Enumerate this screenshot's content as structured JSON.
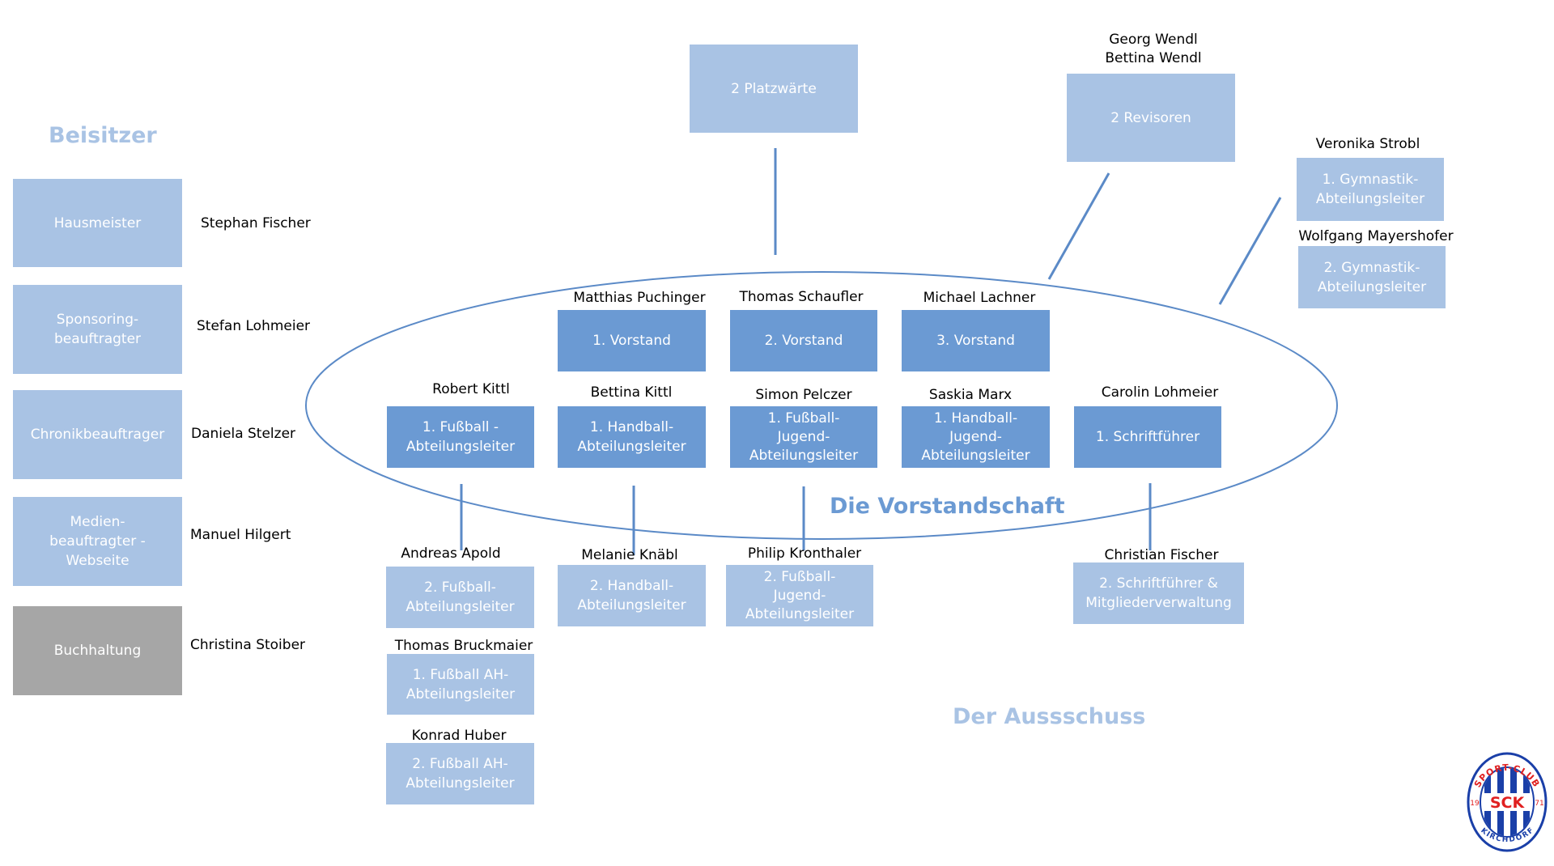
{
  "headings": {
    "beisitzer": "Beisitzer",
    "vorstandschaft": "Die Vorstandschaft",
    "ausschuss": "Der Aussschuss"
  },
  "top": {
    "platzwaerte": {
      "label": "2 Platzwärte"
    },
    "revisoren": {
      "label": "2 Revisoren",
      "names": "Georg Wendl\nBettina Wendl"
    },
    "gym1": {
      "label": "1. Gymnastik-\nAbteilungsleiter",
      "name": "Veronika Strobl"
    },
    "gym2": {
      "label": "2. Gymnastik-\nAbteilungsleiter",
      "name": "Wolfgang Mayershofer"
    }
  },
  "beisitzer": [
    {
      "label": "Hausmeister",
      "name": "Stephan Fischer"
    },
    {
      "label": "Sponsoring-\nbeauftragter",
      "name": "Stefan Lohmeier"
    },
    {
      "label": "Chronikbeauftrager",
      "name": "Daniela Stelzer"
    },
    {
      "label": "Medien-\nbeauftragter -\nWebseite",
      "name": "Manuel Hilgert"
    },
    {
      "label": "Buchhaltung",
      "name": "Christina Stoiber"
    }
  ],
  "vorstand": [
    {
      "label": "1. Vorstand",
      "name": "Matthias Puchinger"
    },
    {
      "label": "2. Vorstand",
      "name": "Thomas Schaufler"
    },
    {
      "label": "3. Vorstand",
      "name": "Michael Lachner"
    }
  ],
  "abteilung": [
    {
      "label": "1. Fußball -\nAbteilungsleiter",
      "name": "Robert Kittl"
    },
    {
      "label": "1. Handball-\nAbteilungsleiter",
      "name": "Bettina Kittl"
    },
    {
      "label": "1. Fußball-\nJugend-\nAbteilungsleiter",
      "name": "Simon Pelczer"
    },
    {
      "label": "1. Handball-\nJugend-\nAbteilungsleiter",
      "name": "Saskia Marx"
    },
    {
      "label": "1. Schriftführer",
      "name": "Carolin Lohmeier"
    }
  ],
  "ausschuss": [
    {
      "label": "2. Fußball-\nAbteilungsleiter",
      "name": "Andreas Apold"
    },
    {
      "label": "2. Handball-\nAbteilungsleiter",
      "name": "Melanie Knäbl"
    },
    {
      "label": "2. Fußball-\nJugend-\nAbteilungsleiter",
      "name": "Philip Kronthaler"
    },
    {
      "label": "2. Schriftführer &\nMitgliederverwaltung",
      "name": "Christian Fischer"
    },
    {
      "label": "1. Fußball AH-\nAbteilungsleiter",
      "name": "Thomas Bruckmaier"
    },
    {
      "label": "2. Fußball AH-\nAbteilungsleiter",
      "name": "Konrad Huber"
    }
  ],
  "logo": {
    "top_text": "SPORT-CLUB",
    "letters": "SCK",
    "year_left": "19",
    "year_right": "71",
    "bottom_text": "KIRCHDORF"
  },
  "colors": {
    "dark_box": "#6b9ad3",
    "light_box": "#a9c3e4",
    "grey_box": "#a6a6a6",
    "line": "#5b8ac7",
    "logo_red": "#e02020",
    "logo_blue": "#1a3fa8"
  }
}
